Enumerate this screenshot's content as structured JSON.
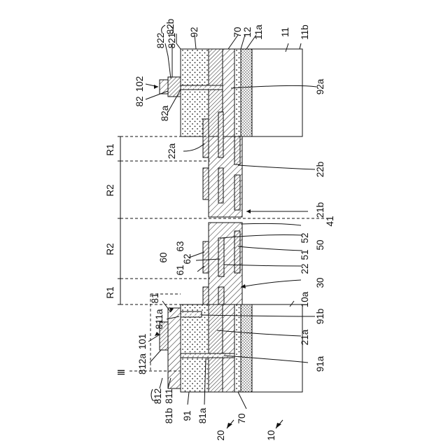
{
  "diagram": {
    "labels": {
      "l82b": "82b",
      "l822": "822",
      "l821": "821",
      "l92": "92",
      "l70t": "70",
      "l12": "12",
      "l11a": "11a",
      "l11": "11",
      "l11b": "11b",
      "l102": "102",
      "l82": "82",
      "l82a": "82a",
      "l92a": "92a",
      "lR1t": "R1",
      "l22a": "22a",
      "l22b": "22b",
      "lR2t": "R2",
      "l21b": "21b",
      "l41": "41",
      "lR2b": "R2",
      "l63": "63",
      "l52": "52",
      "l60": "60",
      "l62": "62",
      "l50": "50",
      "l51": "51",
      "l61": "61",
      "l22": "22",
      "l30": "30",
      "lR1b": "R1",
      "l81": "81",
      "l10a": "10a",
      "l811a": "811a",
      "l91b": "91b",
      "l101": "101",
      "l21a": "21a",
      "l812a": "812a",
      "l91a": "91a",
      "lIII": "Ⅲ",
      "l812": "812",
      "l811": "811",
      "l81b": "81b",
      "l91": "91",
      "l81a": "81a",
      "l70b": "70",
      "l20": "20",
      "l10": "10"
    }
  }
}
